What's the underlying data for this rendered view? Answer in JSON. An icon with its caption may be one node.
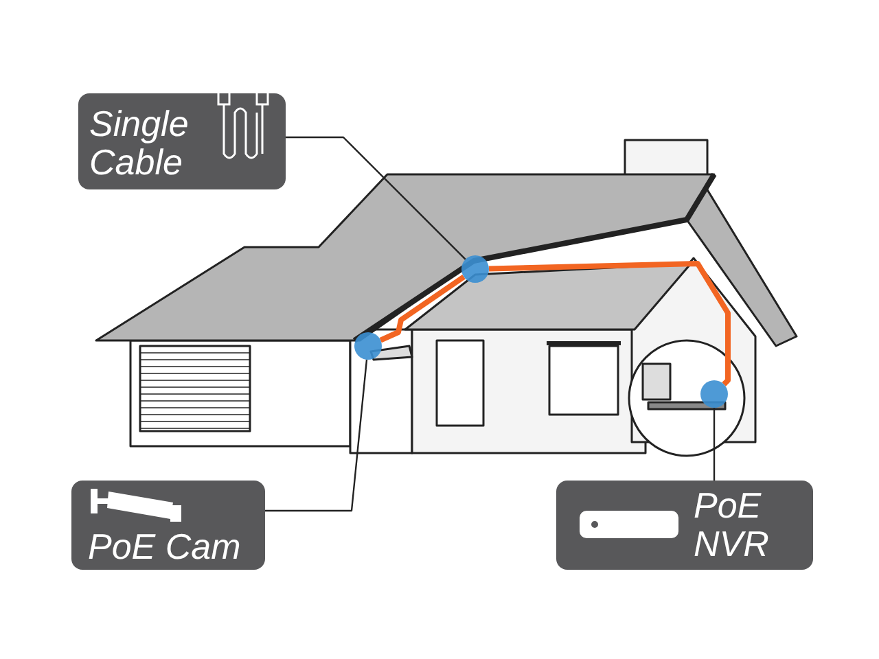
{
  "diagram": {
    "nodes": [
      {
        "text": [
          "Single Cable"
        ]
      },
      {
        "text": [],
        "shape": "circle"
      },
      {
        "text": [],
        "shape": "circle"
      },
      {
        "text": [],
        "shape": "circle"
      },
      {
        "text": [
          "PoE Cam"
        ]
      },
      {
        "text": [
          "PoE NVR"
        ]
      }
    ],
    "edges": [
      {
        "from": 0,
        "to": 1,
        "arrow": "none"
      },
      {
        "from": 4,
        "to": 2,
        "arrow": "none"
      },
      {
        "from": 5,
        "to": 3,
        "arrow": "none"
      },
      {
        "from": 2,
        "to": 1,
        "arrow": "none",
        "style": "thick",
        "color": "#f26522"
      },
      {
        "from": 1,
        "to": 3,
        "arrow": "none",
        "style": "thick",
        "color": "#f26522"
      }
    ]
  }
}
